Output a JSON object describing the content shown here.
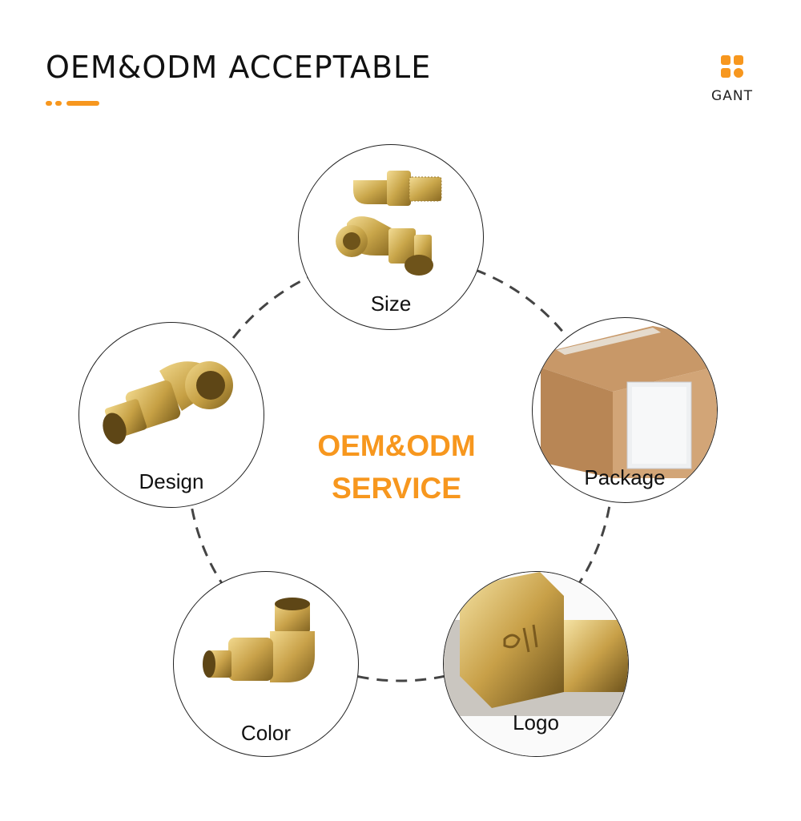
{
  "header": {
    "title": "OEM&ODM ACCEPTABLE"
  },
  "brand": {
    "name": "GANT",
    "icon": "four-petal-logo-icon"
  },
  "center": {
    "line1": "OEM&ODM",
    "line2": "SERVICE"
  },
  "nodes": [
    {
      "label": "Size",
      "image": "brass-elbow-fittings"
    },
    {
      "label": "Package",
      "image": "carton-box-and-bag"
    },
    {
      "label": "Logo",
      "image": "logo-closeup"
    },
    {
      "label": "Color",
      "image": "brass-elbow-fitting"
    },
    {
      "label": "Design",
      "image": "brass-union-elbow"
    }
  ],
  "colors": {
    "accent": "#f7971e",
    "brass": "#c9a64a",
    "text": "#111111",
    "outline": "#222222"
  }
}
